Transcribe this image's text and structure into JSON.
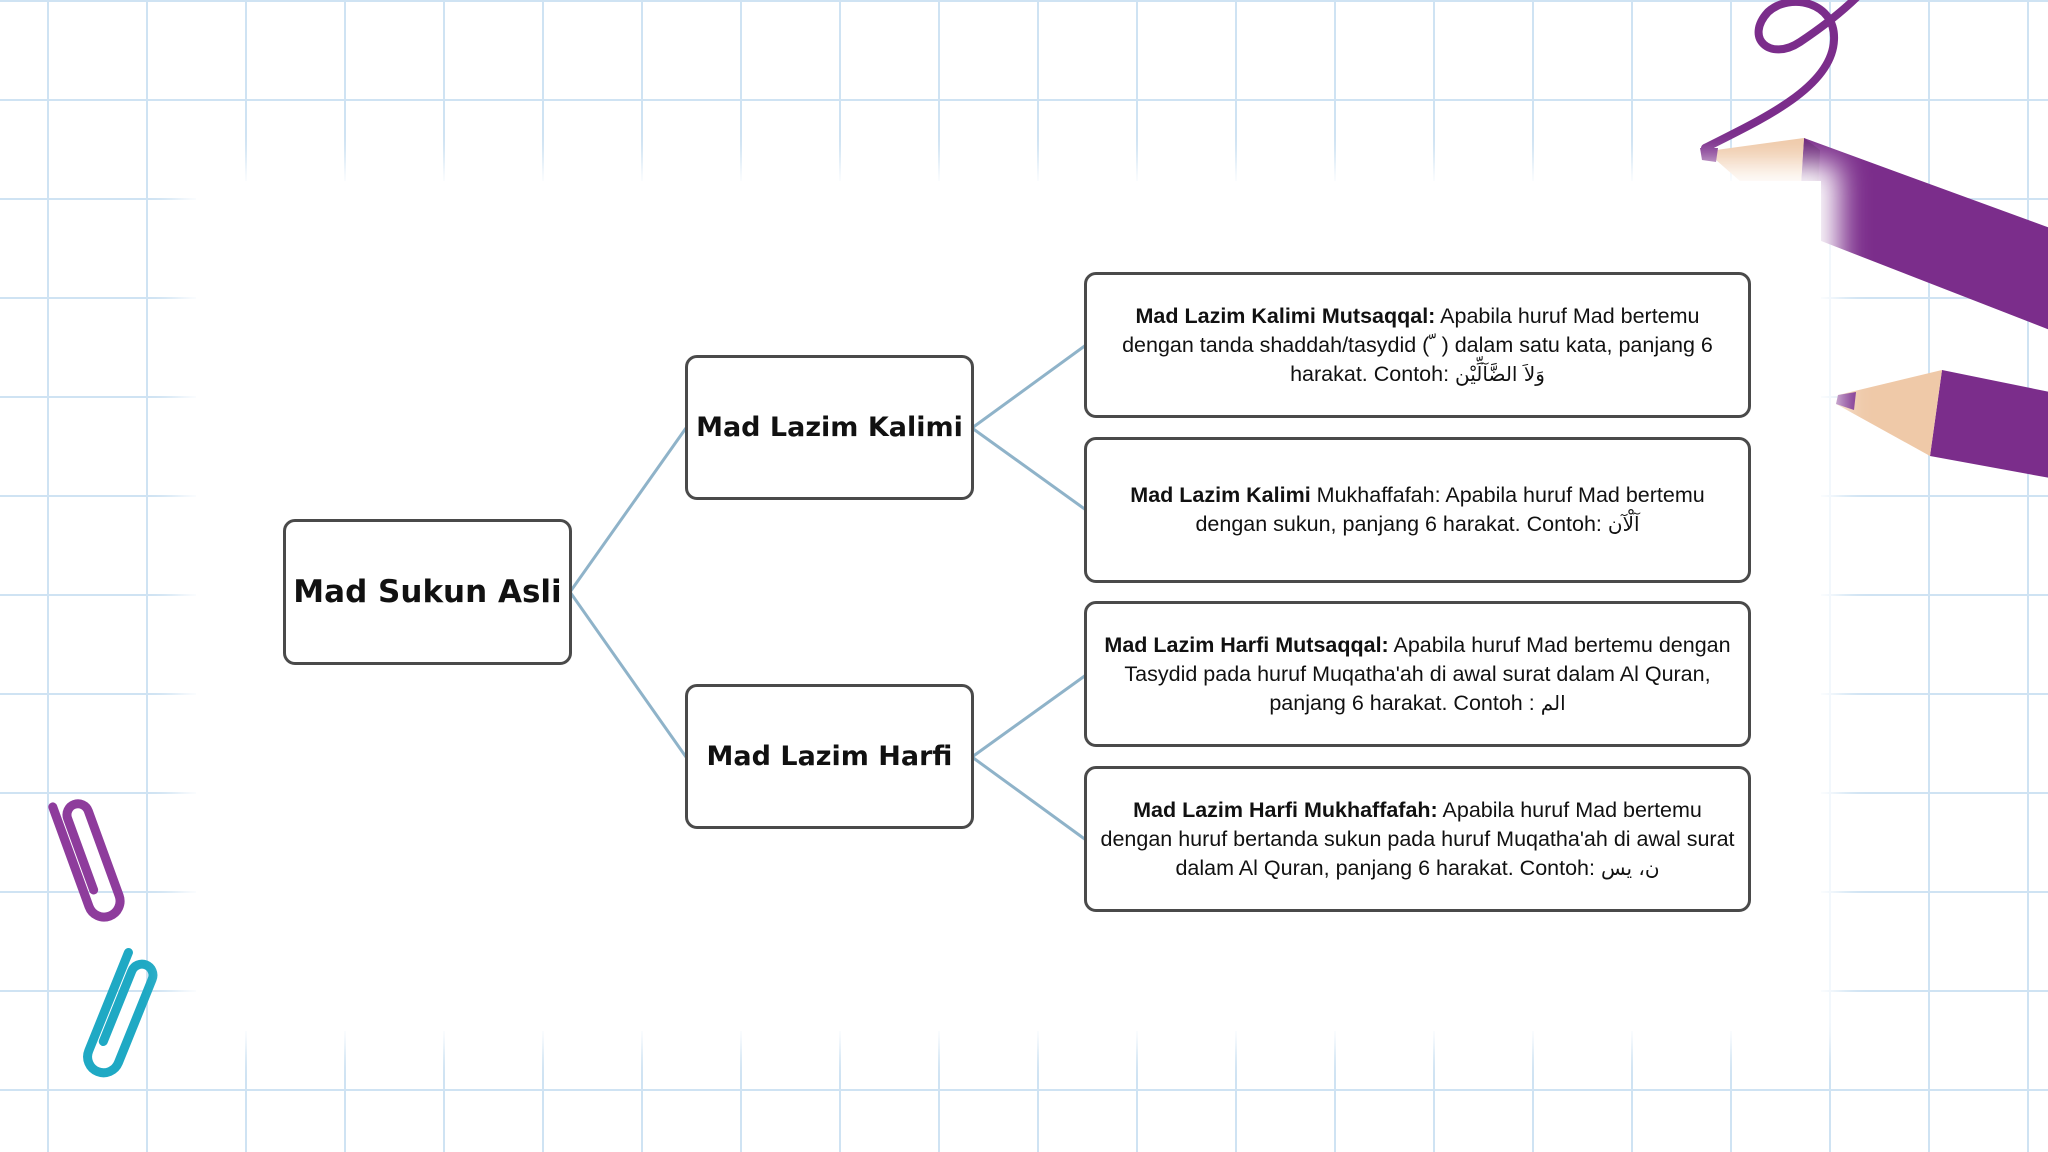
{
  "root": {
    "label": "Mad Sukun Asli"
  },
  "branches": [
    {
      "label": "Mad Lazim Kalimi",
      "children": [
        {
          "term": "Mad Lazim Kalimi Mutsaqqal:",
          "text": " Apabila huruf Mad bertemu dengan tanda shaddah/tasydid ( ّ ) dalam satu kata, panjang 6 harakat.  Contoh: ",
          "example": "وَلاَ الضَّآلِّيْن"
        },
        {
          "term": "Mad Lazim Kalimi",
          "text": " Mukhaffafah: Apabila huruf Mad bertemu dengan sukun, panjang 6 harakat.  Contoh: ",
          "example": "آلْآن"
        }
      ]
    },
    {
      "label": "Mad Lazim Harfi",
      "children": [
        {
          "term": "Mad Lazim Harfi Mutsaqqal:",
          "text": " Apabila huruf Mad bertemu dengan Tasydid pada huruf Muqatha'ah di awal surat dalam Al Quran, panjang 6 harakat.  Contoh : ",
          "example": "الم"
        },
        {
          "term": "Mad Lazim Harfi Mukhaffafah:",
          "text": " Apabila huruf Mad bertemu dengan huruf bertanda sukun pada huruf Muqatha'ah di awal surat dalam Al Quran, panjang 6 harakat.  Contoh: ",
          "example": "ن، يس"
        }
      ]
    }
  ],
  "colors": {
    "grid": "#cfe3f3",
    "connector": "#8fb3c9",
    "border": "#4a4a4a",
    "pencil": "#7b2d8b",
    "clip_purple": "#8e3c9c",
    "clip_teal": "#1fa9c4"
  }
}
